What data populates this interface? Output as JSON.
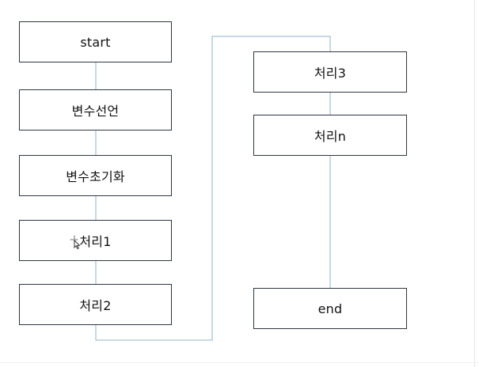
{
  "nodes": {
    "start": "start",
    "declare_vars": "변수선언",
    "init_vars": "변수초기화",
    "process1": "처리1",
    "process2": "처리2",
    "process3": "처리3",
    "processn": "처리n",
    "end": "end"
  },
  "colors": {
    "box_border": "#2f3640",
    "connector": "#8fb0c8",
    "text": "#111111"
  },
  "icons": {
    "cursor": "move-cursor-icon"
  }
}
